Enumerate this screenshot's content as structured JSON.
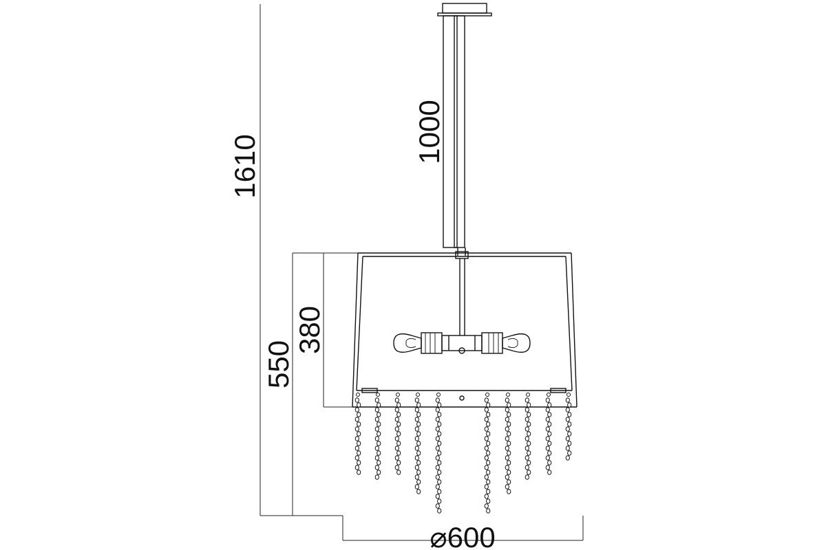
{
  "dimensions": {
    "overall_height": "1610",
    "rod_length": "1000",
    "fixture_height": "550",
    "shade_height": "380",
    "diameter": "⌀600"
  },
  "colors": {
    "line": "#111111",
    "background": "#ffffff"
  }
}
